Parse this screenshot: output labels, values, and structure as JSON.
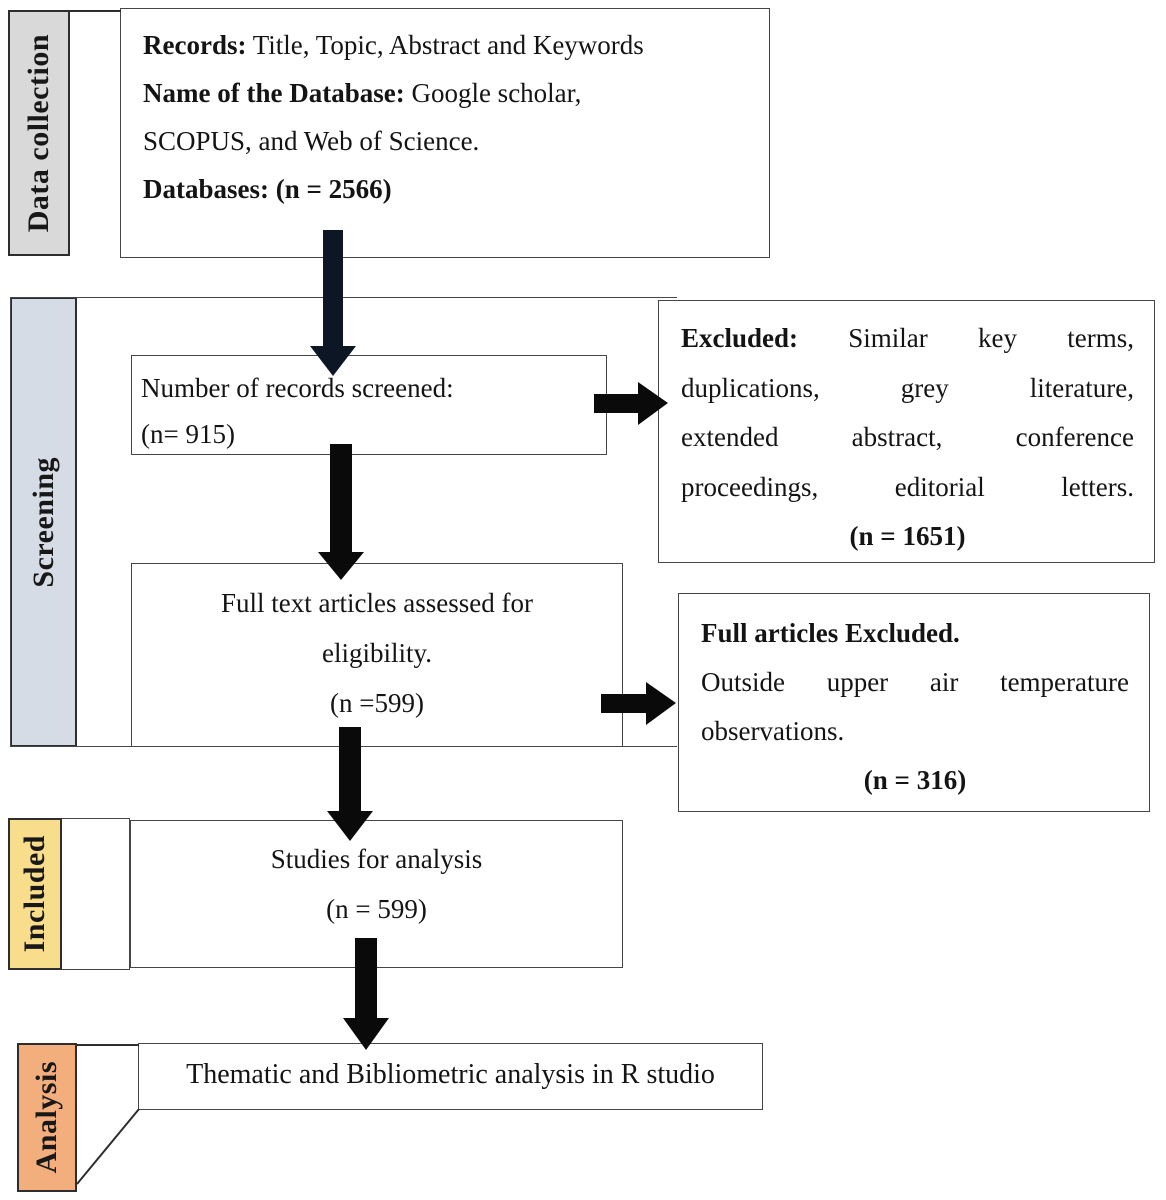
{
  "colors": {
    "data_collection_bg": "#d9d9d9",
    "screening_bg": "#d6dce5",
    "included_bg": "#f8dd8c",
    "analysis_bg": "#f2ae7c",
    "arrow": "#0a0a0a",
    "arrow_top": "#0d1624",
    "line": "#2e2e2e"
  },
  "stages": {
    "data_collection": {
      "label": "Data collection"
    },
    "screening": {
      "label": "Screening"
    },
    "included": {
      "label": "Included"
    },
    "analysis": {
      "label": "Analysis"
    }
  },
  "boxes": {
    "records": {
      "line1_bold": "Records:",
      "line1_rest": " Title, Topic, Abstract and Keywords",
      "line2_bold": "Name of the Database:",
      "line2_rest": " Google scholar,",
      "line3": "SCOPUS, and Web of Science.",
      "line4_bold": "Databases:",
      "line4_count": " (n = 2566)"
    },
    "screened": {
      "title": "Number of records screened:",
      "count": "(n= 915)"
    },
    "excluded_records": {
      "lead_bold": "Excluded:",
      "line1_rest": " Similar key terms,",
      "line2": "duplications, grey literature,",
      "line3": "extended abstract, conference",
      "line4": "proceedings, editorial letters.",
      "count": "(n = 1651)"
    },
    "full_text": {
      "line1": "Full text articles assessed for",
      "line2": "eligibility.",
      "count": "(n =599)"
    },
    "excluded_full": {
      "lead_bold": "Full articles Excluded.",
      "body": "Outside upper air temperature observations.",
      "count": "(n = 316)"
    },
    "studies": {
      "line1": "Studies for analysis",
      "count": "(n = 599)"
    },
    "analysis_box": {
      "line1": "Thematic and Bibliometric analysis in R studio"
    }
  }
}
